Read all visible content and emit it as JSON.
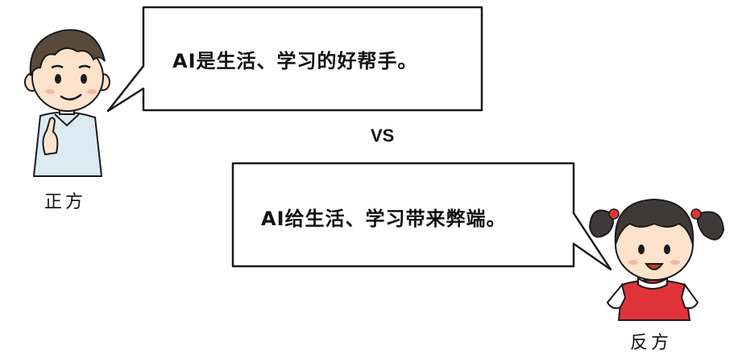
{
  "pro": {
    "statement": "AI是生活、学习的好帮手。",
    "side_label": "正方"
  },
  "con": {
    "statement": "AI给生活、学习带来弊端。",
    "side_label": "反方"
  },
  "versus": "VS",
  "colors": {
    "outline": "#1a1a1a",
    "boy_hair": "#5a4a3c",
    "boy_shirt": "#dcebf2",
    "girl_hair": "#3f3a3a",
    "girl_dress": "#e0343a",
    "skin": "#fde3cc"
  },
  "icons": [
    "boy-avatar-icon",
    "girl-avatar-icon"
  ]
}
